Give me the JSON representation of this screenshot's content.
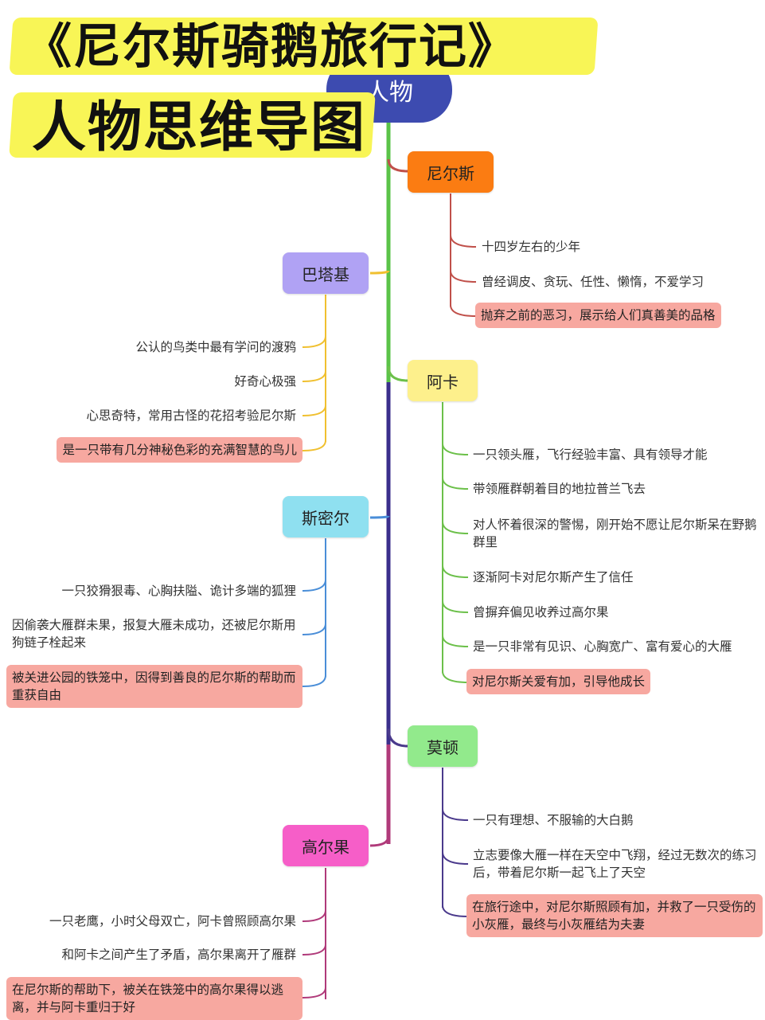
{
  "title": {
    "line1": "《尼尔斯骑鹅旅行记》",
    "line2": "人物思维导图"
  },
  "root": {
    "label": "人物"
  },
  "branches": [
    {
      "name": "尼尔斯",
      "color": "#fb7c12",
      "side": "right",
      "leaves": [
        "十四岁左右的少年",
        "曾经调皮、贪玩、任性、懒惰，不爱学习"
      ],
      "highlight": "抛弃之前的恶习，展示给人们真善美的品格"
    },
    {
      "name": "巴塔基",
      "color": "#b0a2f4",
      "side": "left",
      "leaves": [
        "公认的鸟类中最有学问的渡鸦",
        "好奇心极强",
        "心思奇特，常用古怪的花招考验尼尔斯"
      ],
      "highlight": "是一只带有几分神秘色彩的充满智慧的鸟儿"
    },
    {
      "name": "阿卡",
      "color": "#fdf08c",
      "side": "right",
      "leaves": [
        "一只领头雁，飞行经验丰富、具有领导才能",
        "带领雁群朝着目的地拉普兰飞去",
        "对人怀着很深的警惕，刚开始不愿让尼尔斯呆在野鹅群里",
        "逐渐阿卡对尼尔斯产生了信任",
        "曾摒弃偏见收养过高尔果",
        "是一只非常有见识、心胸宽广、富有爱心的大雁"
      ],
      "highlight": "对尼尔斯关爱有加，引导他成长"
    },
    {
      "name": "斯密尔",
      "color": "#8fe0f0",
      "side": "left",
      "leaves": [
        "一只狡猾狠毒、心胸扶隘、诡计多端的狐狸",
        "因偷袭大雁群未果，报复大雁未成功，还被尼尔斯用狗链子栓起来"
      ],
      "highlight": "被关进公园的铁笼中，因得到善良的尼尔斯的帮助而重获自由"
    },
    {
      "name": "莫顿",
      "color": "#92ea8c",
      "side": "right",
      "leaves": [
        "一只有理想、不服输的大白鹅",
        "立志要像大雁一样在天空中飞翔，经过无数次的练习后，带着尼尔斯一起飞上了天空"
      ],
      "highlight": "在旅行途中，对尼尔斯照顾有加，并救了一只受伤的小灰雁，最终与小灰雁结为夫妻"
    },
    {
      "name": "高尔果",
      "color": "#f65ec8",
      "side": "left",
      "leaves": [
        "一只老鹰，小时父母双亡，阿卡曾照顾高尔果",
        "和阿卡之间产生了矛盾，高尔果离开了雁群"
      ],
      "highlight": "在尼尔斯的帮助下，被关在铁笼中的高尔果得以逃离，并与阿卡重归于好"
    }
  ],
  "colors": {
    "title_band": "#f8f556",
    "root": "#3d4bb0",
    "highlight": "#f7a8a0",
    "line_nils": "#c0504a",
    "line_bataki": "#f0c030",
    "line_akka": "#6cc04a",
    "line_smirre": "#4a8ed8",
    "line_morten": "#4b3a8c",
    "line_gorgo": "#b03a7a"
  }
}
